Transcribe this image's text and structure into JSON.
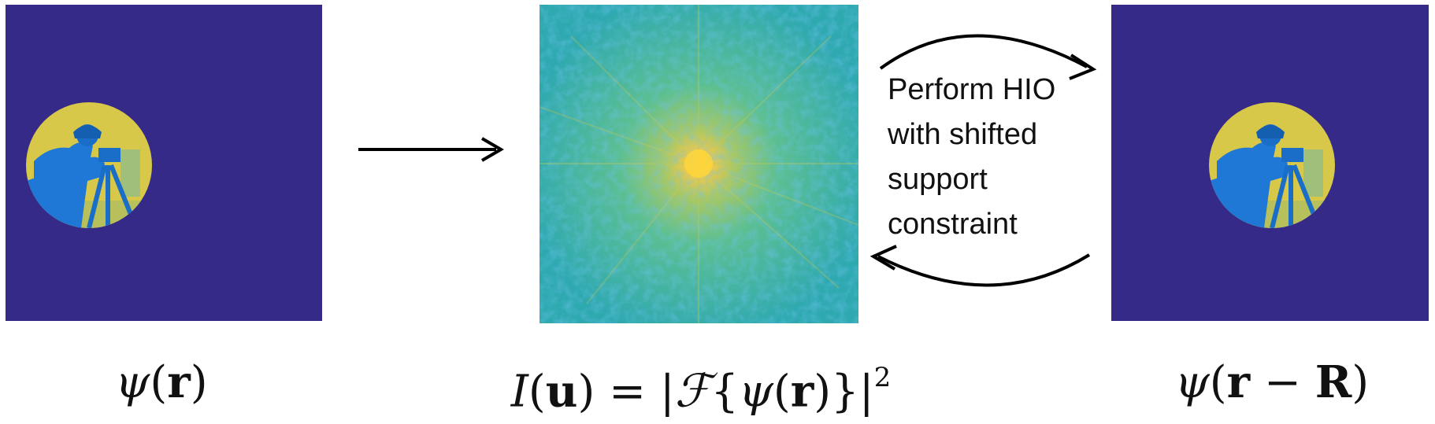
{
  "panels": {
    "left": {
      "content": "object-disk-image"
    },
    "middle": {
      "content": "diffraction-pattern-image"
    },
    "right": {
      "content": "shifted-object-disk-image"
    }
  },
  "formulas": {
    "left": {
      "psi": "ψ",
      "open": "(",
      "r": "r",
      "close": ")"
    },
    "middle": {
      "I": "I",
      "open1": "(",
      "u": "u",
      "close1": ")",
      "eq": " = |",
      "F": "ℱ",
      "brace_open": "{",
      "psi": "ψ",
      "open2": "(",
      "r": "r",
      "close2": ")",
      "brace_close": "}|",
      "exp": "2"
    },
    "right": {
      "psi": "ψ",
      "open": "(",
      "r": "r",
      "minus": " − ",
      "R": "R",
      "close": ")"
    }
  },
  "hio_label": {
    "lines": [
      "Perform HIO",
      "with shifted",
      "support",
      "constraint"
    ]
  },
  "colors": {
    "background_object": "#352a87",
    "disk_yellow": "#d9c849",
    "disk_blue": "#1f7fd8",
    "diffraction_cyan": "#39b8a8",
    "diffraction_center": "#f7d03c"
  }
}
